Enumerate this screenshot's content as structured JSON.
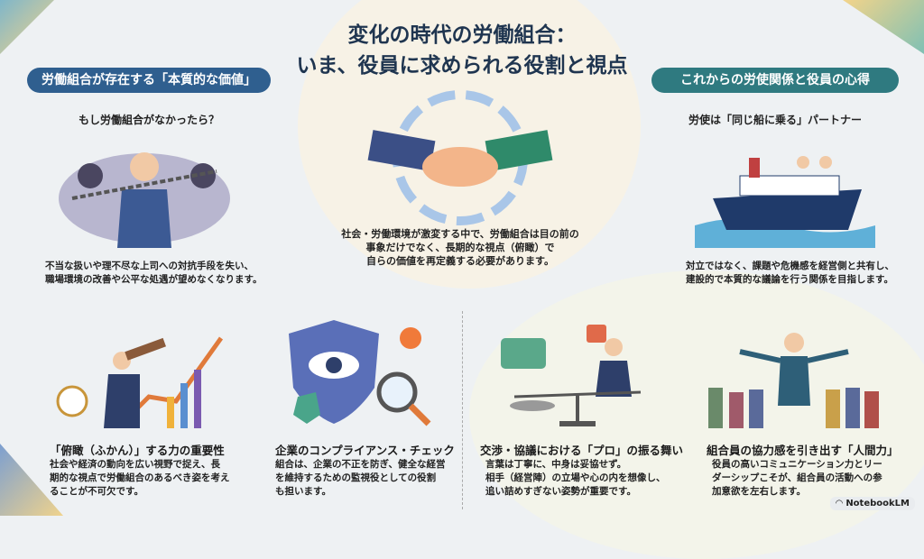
{
  "title": {
    "line1": "変化の時代の労働組合：",
    "line2": "いま、役員に求められる役割と視点"
  },
  "left": {
    "pill": "労働組合が存在する「本質的な価値」",
    "subtitle": "もし労働組合がなかったら？",
    "body1": "不当な扱いや理不尽な上司への対抗手段を失い、",
    "body2": "職場環境の改善や公平な処遇が望めなくなります。"
  },
  "center": {
    "line1": "社会・労働環境が激変する中で、労働組合は目の前の",
    "line2": "事象だけでなく、長期的な視点（俯瞰）で",
    "line3": "自らの価値を再定義する必要があります。"
  },
  "right": {
    "pill": "これからの労使関係と役員の心得",
    "subtitle": "労使は「同じ船に乗る」パートナー",
    "body1": "対立ではなく、課題や危機感を経営側と共有し、",
    "body2": "建設的で本質的な議論を行う関係を目指します。"
  },
  "cards": [
    {
      "heading": "「俯瞰（ふかん）」する力の重要性",
      "lines": [
        "社会や経済の動向を広い視野で捉え、長",
        "期的な視点で労働組合のあるべき姿を考え",
        "ることが不可欠です。"
      ]
    },
    {
      "heading": "企業のコンプライアンス・チェック",
      "lines": [
        "組合は、企業の不正を防ぎ、健全な経営",
        "を維持するための監視役としての役割",
        "も担います。"
      ]
    },
    {
      "heading": "交渉・協議における「プロ」の振る舞い",
      "lines": [
        "言葉は丁寧に、中身は妥協せず。",
        "相手（経営陣）の立場や心の内を想像し、",
        "追い詰めすぎない姿勢が重要です。"
      ]
    },
    {
      "heading": "組合員の協力感を引き出す「人間力」",
      "lines": [
        "役員の高いコミュニケーション力とリー",
        "ダーシップこそが、組合員の活動への参",
        "加意欲を左右します。"
      ]
    }
  ],
  "logo": "NotebookLM",
  "colors": {
    "left_pill": "#2f5f8f",
    "right_pill": "#2f7a80",
    "title": "#1f3550"
  }
}
